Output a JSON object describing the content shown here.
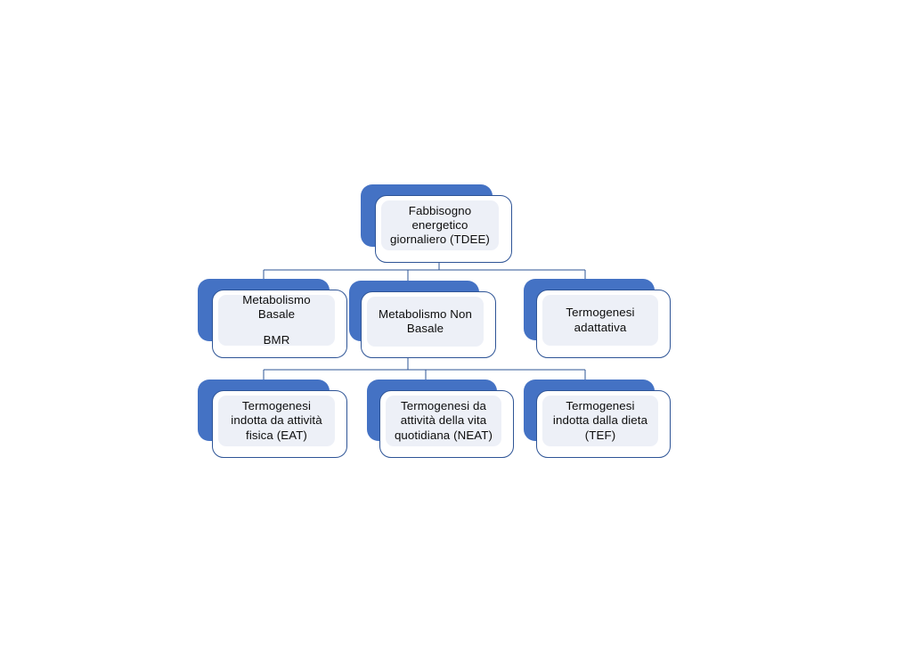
{
  "diagram": {
    "title_text": "Fabbisogno energetico giornaliero (TDEE)",
    "type": "hierarchy-tree",
    "colors": {
      "node_accent": "#4472C4",
      "node_border": "#2E5496",
      "node_fill": "#EDF0F7",
      "card_background": "#FFFFFF",
      "connector": "#2E5496",
      "text": "#0D0D0D",
      "page_background": "#FFFFFF"
    },
    "levels": 3,
    "nodes": [
      {
        "id": "tdee",
        "level": 0,
        "label": "Fabbisogno\nenergetico\ngiornaliero (TDEE)",
        "label_main": "Fabbisogno energetico giornaliero (TDEE)",
        "label_sub": ""
      },
      {
        "id": "bmr",
        "level": 1,
        "label": "Metabolismo\nBasale",
        "label_main": "Metabolismo\nBasale",
        "label_sub": "BMR"
      },
      {
        "id": "non-basale",
        "level": 1,
        "label": "Metabolismo Non\nBasale",
        "label_main": "Metabolismo Non Basale",
        "label_sub": ""
      },
      {
        "id": "adattativa",
        "level": 1,
        "label": "Termogenesi\nadattativa",
        "label_main": "Termogenesi adattativa",
        "label_sub": ""
      },
      {
        "id": "eat",
        "level": 2,
        "label": "Termogenesi\nindotta da attività\nfisica (EAT)",
        "label_main": "Termogenesi indotta da attività fisica (EAT)",
        "label_sub": ""
      },
      {
        "id": "neat",
        "level": 2,
        "label": "Termogenesi da\nattività della vita\nquotidiana (NEAT)",
        "label_main": "Termogenesi da attività della vita quotidiana (NEAT)",
        "label_sub": ""
      },
      {
        "id": "tef",
        "level": 2,
        "label": "Termogenesi\nindotta dalla dieta\n(TEF)",
        "label_main": "Termogenesi indotta dalla dieta (TEF)",
        "label_sub": ""
      }
    ],
    "edges": [
      {
        "from": "tdee",
        "to": "bmr"
      },
      {
        "from": "tdee",
        "to": "non-basale"
      },
      {
        "from": "tdee",
        "to": "adattativa"
      },
      {
        "from": "non-basale",
        "to": "eat"
      },
      {
        "from": "non-basale",
        "to": "neat"
      },
      {
        "from": "non-basale",
        "to": "tef"
      }
    ]
  }
}
